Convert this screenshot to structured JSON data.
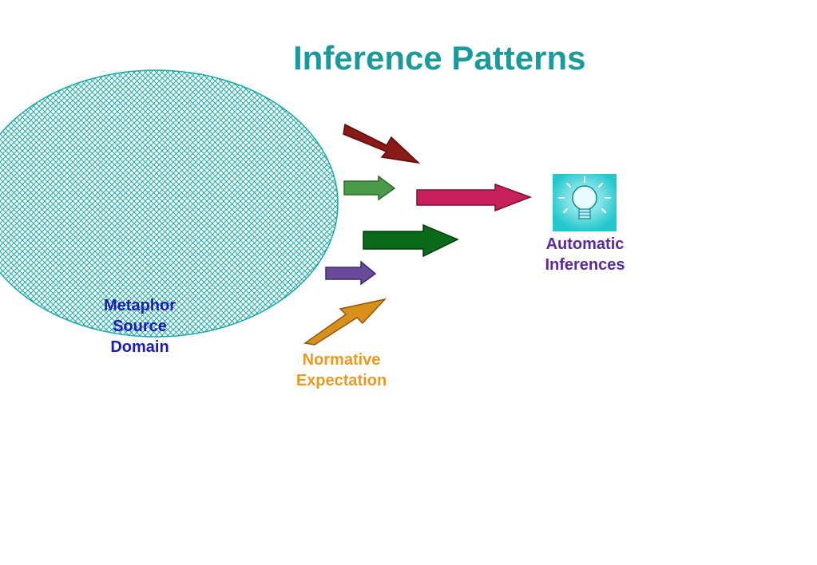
{
  "title": "Inference Patterns",
  "source_domain": {
    "line1": "Metaphor",
    "line2": "Source",
    "line3": "Domain"
  },
  "normative": {
    "line1": "Normative",
    "line2": "Expectation"
  },
  "automatic": {
    "line1": "Automatic",
    "line2": "Inferences"
  },
  "colors": {
    "title": "#1a9a9a",
    "source_label": "#1a1ab8",
    "normative_label": "#e89a20",
    "automatic_label": "#5a2a9a",
    "hatch": "#1aa8a8",
    "arrow_dark_red": "#8a1a1a",
    "arrow_light_green": "#4a9a4a",
    "arrow_crimson": "#c8205a",
    "arrow_dark_green": "#0a6a1a",
    "arrow_purple": "#6a4a9a",
    "arrow_orange": "#d8901a",
    "bulb_bg": "#22c8cc"
  },
  "icons": [
    "lightbulb-icon"
  ]
}
